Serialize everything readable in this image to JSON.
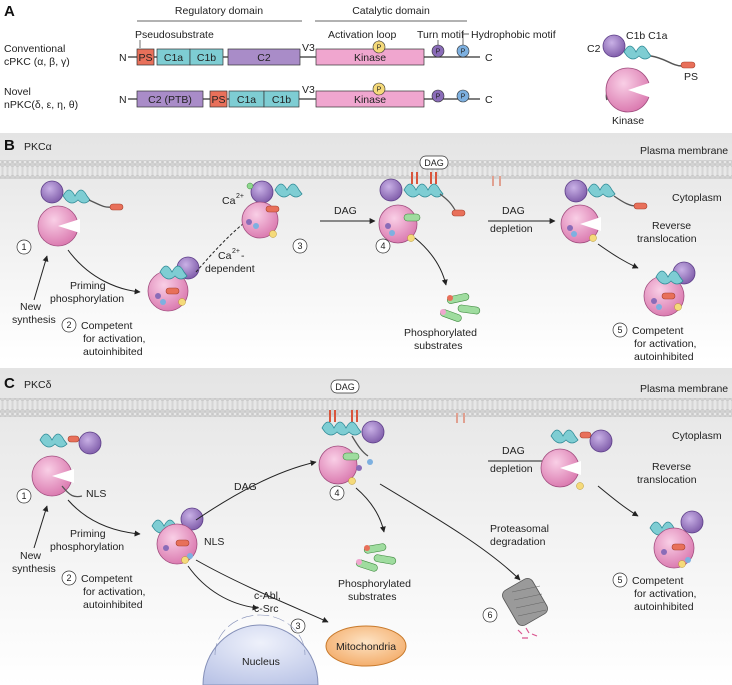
{
  "panel_a": {
    "label": "A",
    "regulatory_domain": "Regulatory domain",
    "catalytic_domain": "Catalytic domain",
    "pseudosubstrate": "Pseudosubstrate",
    "activation_loop": "Activation loop",
    "turn_motif": "Turn motif",
    "hydrophobic_motif": "Hydrophobic motif",
    "conventional_line1": "Conventional",
    "conventional_line2": "cPKC (α, β, γ)",
    "novel_line1": "Novel",
    "novel_line2": "nPKC(δ, ε, η, θ)",
    "n_label": "N",
    "c_label": "C",
    "ps": "PS",
    "c1a": "C1a",
    "c1b": "C1b",
    "c2": "C2",
    "c2_ptb": "C2 (PTB)",
    "v3": "V3",
    "kinase": "Kinase",
    "p": "P",
    "cartoon_c2": "C2",
    "cartoon_c1b_c1a": "C1b C1a",
    "cartoon_ps": "PS",
    "cartoon_kinase": "Kinase"
  },
  "panel_b": {
    "label": "B",
    "title": "PKCα",
    "plasma_membrane": "Plasma membrane",
    "cytoplasm": "Cytoplasm",
    "dag_box": "DAG",
    "ca": "Ca",
    "ca_sup": "2+",
    "step1": "1",
    "step2": "2",
    "step3": "3",
    "step4": "4",
    "step5": "5",
    "new_synthesis_1": "New",
    "new_synthesis_2": "synthesis",
    "priming_1": "Priming",
    "priming_2": "phosphorylation",
    "competent_1": "Competent",
    "competent_2": "for activation,",
    "competent_3": "autoinhibited",
    "ca_dep_1": "Ca",
    "ca_dep_sup": "2+",
    "ca_dep_dash": "-",
    "ca_dep_2": "dependent",
    "dag": "DAG",
    "dag_depletion_1": "DAG",
    "dag_depletion_2": "depletion",
    "reverse_1": "Reverse",
    "reverse_2": "translocation",
    "phospho_1": "Phosphorylated",
    "phospho_2": "substrates"
  },
  "panel_c": {
    "label": "C",
    "title": "PKCδ",
    "plasma_membrane": "Plasma membrane",
    "cytoplasm": "Cytoplasm",
    "dag_box": "DAG",
    "nls1": "NLS",
    "nls2": "NLS",
    "step1": "1",
    "step2": "2",
    "step3": "3",
    "step4": "4",
    "step5": "5",
    "step6": "6",
    "new_synthesis_1": "New",
    "new_synthesis_2": "synthesis",
    "priming_1": "Priming",
    "priming_2": "phosphorylation",
    "competent_1": "Competent",
    "competent_2": "for activation,",
    "competent_3": "autoinhibited",
    "dag": "DAG",
    "dag_depletion_1": "DAG",
    "dag_depletion_2": "depletion",
    "reverse_1": "Reverse",
    "reverse_2": "translocation",
    "phospho_1": "Phosphorylated",
    "phospho_2": "substrates",
    "proteasomal_1": "Proteasomal",
    "proteasomal_2": "degradation",
    "cabl_1": "c-Abl,",
    "cabl_2": "c-Src",
    "nucleus": "Nucleus",
    "mitochondria": "Mitochondria"
  },
  "colors": {
    "ps": "#e8705a",
    "c1": "#7ecdd3",
    "c2": "#a98cc8",
    "kinase": "#f0a6cf",
    "phos_purple": "#8a6cb8",
    "phos_blue": "#7db0e0",
    "phos_yellow": "#f5da7a",
    "membrane": "#dcdcdc"
  }
}
